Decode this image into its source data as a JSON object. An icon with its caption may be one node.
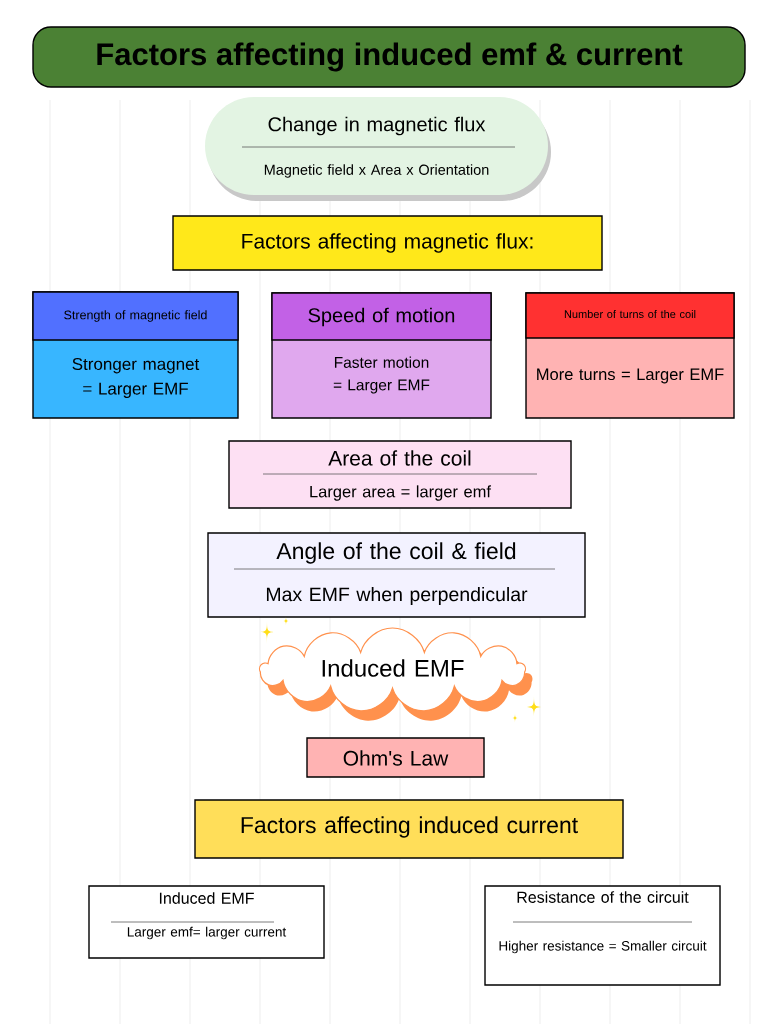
{
  "diagram": {
    "title": "Factors affecting induced emf & current",
    "nodes": [
      {
        "text": [
          "Change in magnetic flux",
          "Magnetic field x Area x Orientation"
        ]
      },
      {
        "text": [
          "Factors affecting magnetic flux:"
        ]
      },
      {
        "text": [
          "Strength of magnetic field",
          "Stronger magnet = Larger EMF"
        ]
      },
      {
        "text": [
          "Speed of motion",
          "Faster motion = Larger EMF"
        ]
      },
      {
        "text": [
          "Number of turns of the coil",
          "More turns = Larger EMF"
        ]
      },
      {
        "text": [
          "Area of the coil",
          "Larger area = larger emf"
        ]
      },
      {
        "text": [
          "Angle of the coil & field",
          "Max EMF when perpendicular"
        ]
      },
      {
        "text": [
          "Induced EMF"
        ]
      },
      {
        "text": [
          "Ohm's Law"
        ]
      },
      {
        "text": [
          "Factors affecting induced current"
        ]
      },
      {
        "text": [
          "Induced EMF",
          "Larger emf= larger current"
        ]
      },
      {
        "text": [
          "Resistance of the circuit",
          "Higher resistance = Smaller circuit"
        ]
      }
    ]
  }
}
